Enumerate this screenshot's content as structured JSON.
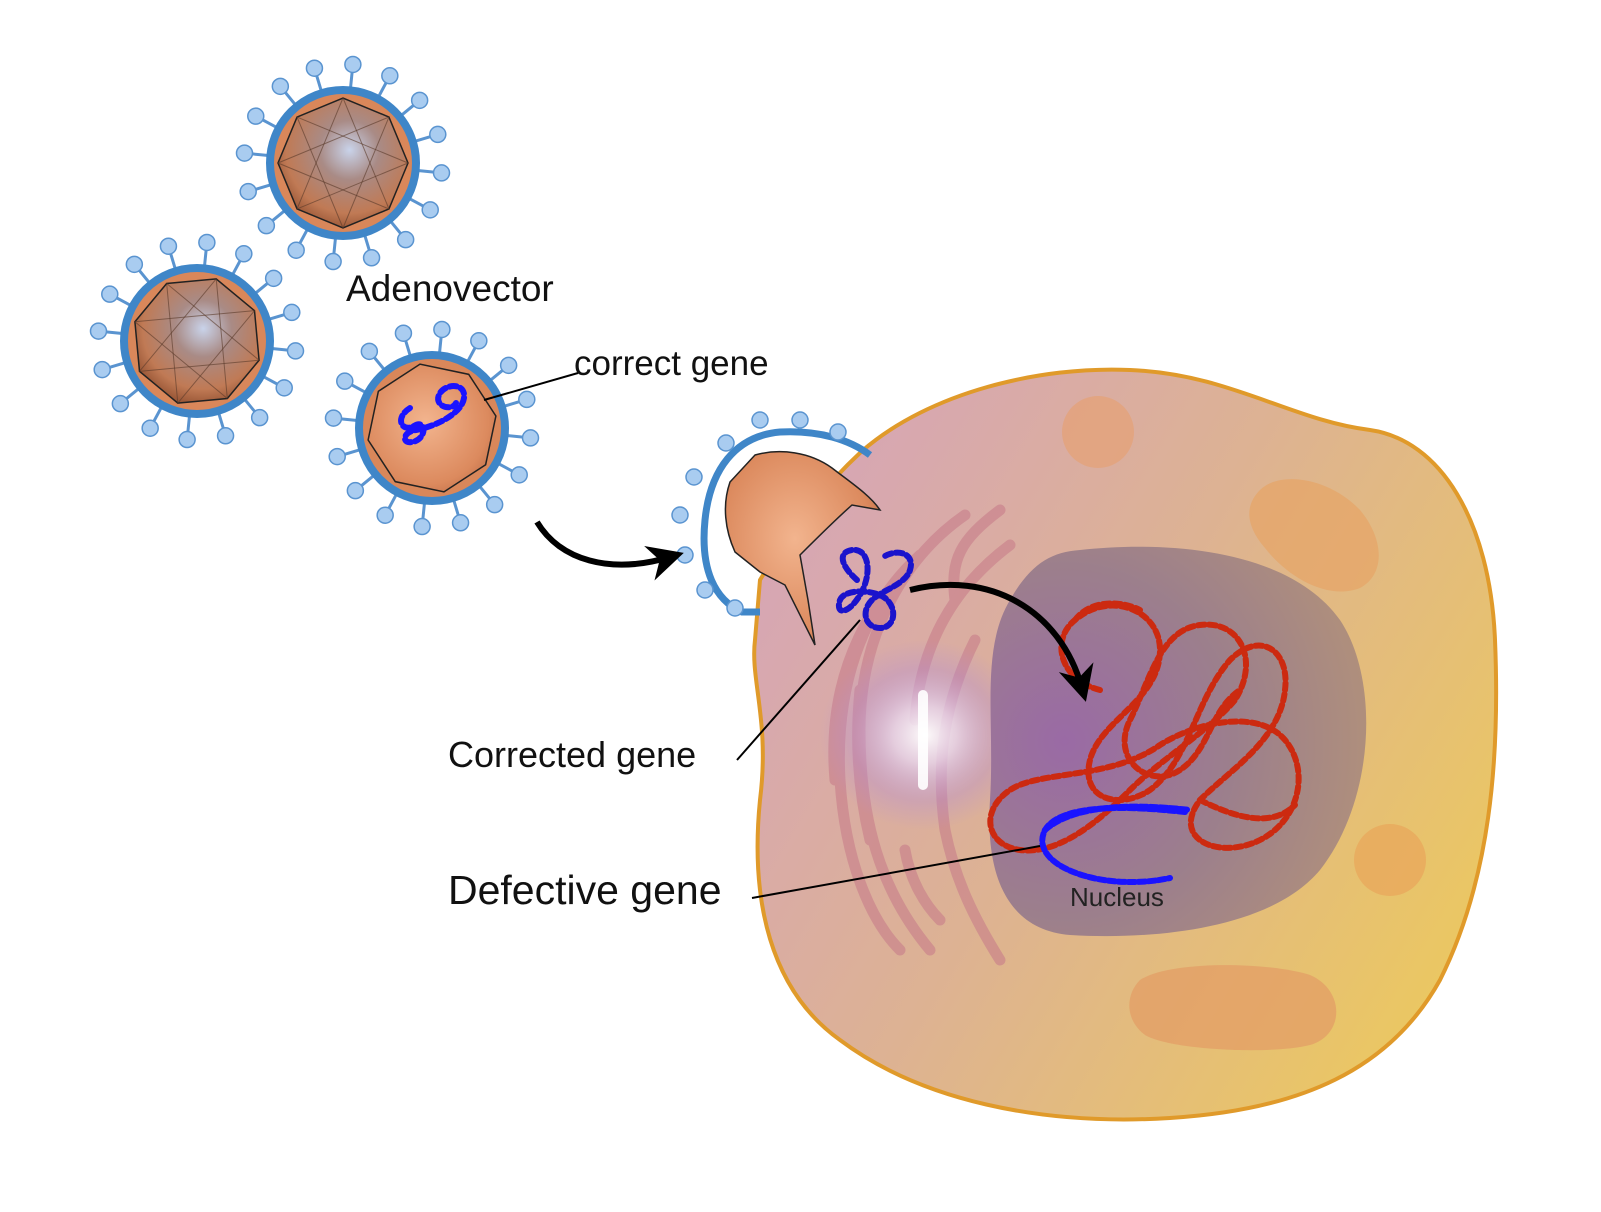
{
  "labels": {
    "adenovector": "Adenovector",
    "correct_gene": "correct gene",
    "corrected_gene": "Corrected gene",
    "defective_gene": "Defective gene",
    "nucleus": "Nucleus"
  },
  "colors": {
    "capsid": "#d9875a",
    "envelope": "#3f86c8",
    "spike": "#a9ccf0",
    "gene_correct": "#1a13cc",
    "gene_host": "#cc2a10",
    "cell_membrane": "#e09a2a",
    "cell_fill": "#e7c27a",
    "nucleus_fill": "#9d7d86",
    "er": "#c87d8a",
    "arrow": "#000000"
  },
  "icons": [
    "adenovirus-particle-icon",
    "curved-arrow-icon"
  ]
}
